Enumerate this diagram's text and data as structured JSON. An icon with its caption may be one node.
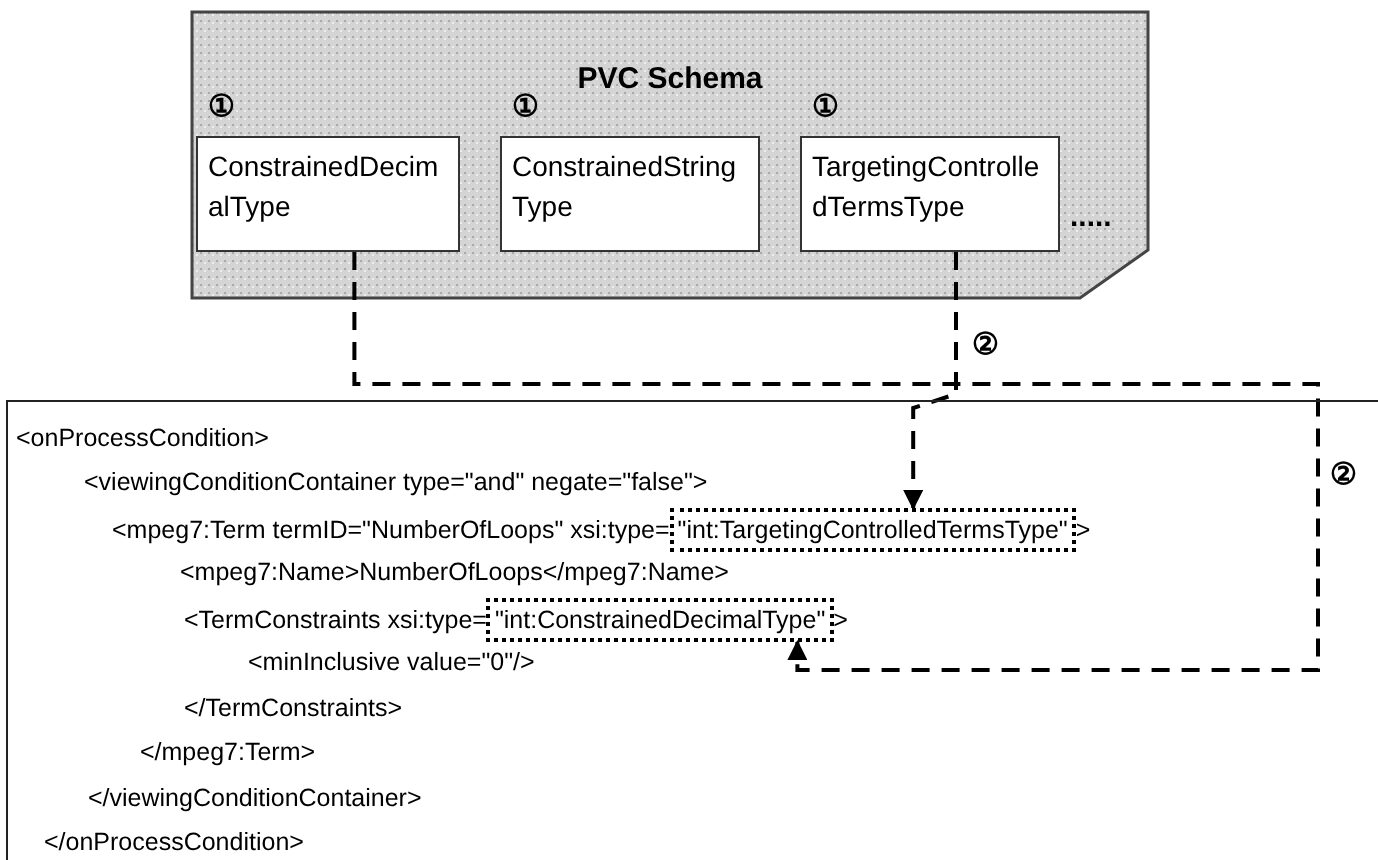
{
  "diagram": {
    "nodes": [
      {
        "text": [
          "PVC Schema"
        ]
      },
      {
        "text": [
          "ConstrainedDecimalType"
        ],
        "in": 0,
        "beside": [
          "①"
        ]
      },
      {
        "text": [
          "ConstrainedStringType"
        ],
        "in": 0,
        "beside": [
          "①"
        ]
      },
      {
        "text": [
          "TargetingControlledTermsType"
        ],
        "in": 0,
        "beside": [
          "①"
        ]
      },
      {
        "text": [
          "<onProcessCondition>",
          "<viewingConditionContainer type=\"and\" negate=\"false\">",
          "<mpeg7:Term termID=\"NumberOfLoops\" xsi:type=",
          ">",
          "<mpeg7:Name>NumberOfLoops</mpeg7:Name>",
          "<TermConstraints xsi:type=",
          ">",
          "<minInclusive value=\"0\"/>",
          "</TermConstraints>",
          "</mpeg7:Term>",
          "</viewingConditionContainer>",
          "</onProcessCondition>"
        ]
      },
      {
        "text": [
          "\"int:TargetingControlledTermsType\""
        ],
        "in": 4
      },
      {
        "text": [
          "\"int:ConstrainedDecimalType\""
        ],
        "in": 4
      }
    ],
    "edges": [
      {
        "from": 1,
        "to": 6,
        "arrow": "to",
        "label": "②",
        "style": "dashed"
      },
      {
        "from": 3,
        "to": 5,
        "arrow": "to",
        "label": "②",
        "style": "dashed"
      }
    ],
    "labels": [
      "....."
    ]
  }
}
